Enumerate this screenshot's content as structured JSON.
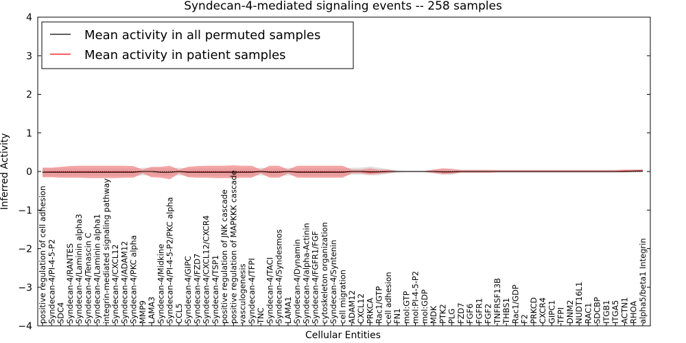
{
  "chart_data": {
    "type": "line",
    "title": "Syndecan-4-mediated signaling events -- 258 samples",
    "xlabel": "Cellular Entities",
    "ylabel": "Inferred Activity",
    "ylim": [
      -4,
      4
    ],
    "yticks": [
      "4",
      "3",
      "2",
      "1",
      "0",
      "−1",
      "−2",
      "−3",
      "−4"
    ],
    "grid": false,
    "legend_position": "top-left",
    "categories": [
      "positive regulation of cell adhesion",
      "Syndecan-4/PI-4-5-P2",
      "SDC4",
      "Syndecan-4/RANTES",
      "Syndecan-4/Laminin alpha3",
      "Syndecan-4/Tenascin C",
      "Syndecan-4/Laminin alpha1",
      "integrin-mediated signaling pathway",
      "Syndecan-4/CXCL12",
      "Syndecan-4/ADAM12",
      "Syndecan-4/PKC alpha",
      "MMP9",
      "LAMA3",
      "Syndecan-4/Midkine",
      "Syndecan-4/PI-4-5-P2/PKC alpha",
      "CCL5",
      "Syndecan-4/GIPC",
      "Syndecan-4/FZD7",
      "Syndecan-4/CXCL12/CXCR4",
      "Syndecan-4/TSP1",
      "positive regulation of JNK cascade",
      "positive regulation of MAPKKK cascade",
      "vasculogenesis",
      "Syndecan-4/TFPI",
      "TNC",
      "Syndecan-4/TACI",
      "Syndecan-4/Syndesmos",
      "LAMA1",
      "Syndecan-4/Dynamin",
      "Syndecan-4/alpha-Actinin",
      "Syndecan-4/FGFR1/FGF",
      "cytoskeleton organization",
      "Syndecan-4/Syntenin",
      "cell migration",
      "ADAM12",
      "CXCL12",
      "PRKCA",
      "Rac1/GTP",
      "cell adhesion",
      "FN1",
      "mol:GTP",
      "mol:PI-4-5-P2",
      "mol:GDP",
      "MDK",
      "PTK2",
      "PLG",
      "FZD7",
      "FGF6",
      "FGFR1",
      "FGF2",
      "TNFRSF13B",
      "THBS1",
      "Rac1/GDP",
      "F2",
      "PRKCD",
      "CXCR4",
      "GIPC1",
      "TFPI",
      "DNM2",
      "NUDT16L1",
      "RAC1",
      "SDCBP",
      "ITGB1",
      "ITGA5",
      "ACTN1",
      "RHOA",
      "alpha5/beta1 Integrin"
    ],
    "series": [
      {
        "name": "Mean activity in all permuted samples",
        "color": "#000000",
        "band_color": "#cccccc",
        "values": [
          -0.02,
          -0.02,
          -0.02,
          -0.02,
          -0.02,
          -0.02,
          -0.02,
          -0.02,
          -0.02,
          -0.02,
          -0.02,
          0.0,
          0.0,
          -0.02,
          -0.02,
          0.0,
          -0.02,
          -0.02,
          -0.02,
          -0.02,
          -0.02,
          -0.02,
          -0.02,
          -0.02,
          0.0,
          -0.02,
          -0.02,
          0.0,
          -0.02,
          -0.02,
          -0.02,
          -0.02,
          -0.02,
          -0.02,
          0.0,
          0.0,
          -0.01,
          -0.01,
          0.0,
          0.0,
          0.0,
          0.0,
          0.0,
          0.0,
          -0.01,
          -0.01,
          0.0,
          0.0,
          0.0,
          0.0,
          0.0,
          0.0,
          0.0,
          0.0,
          0.0,
          0.0,
          0.0,
          0.0,
          0.0,
          0.0,
          0.0,
          0.0,
          0.0,
          0.0,
          0.0,
          0.01,
          0.01
        ],
        "lower": [
          -0.12,
          -0.12,
          -0.12,
          -0.12,
          -0.12,
          -0.12,
          -0.12,
          -0.12,
          -0.12,
          -0.12,
          -0.12,
          -0.1,
          -0.1,
          -0.12,
          -0.12,
          -0.1,
          -0.12,
          -0.12,
          -0.12,
          -0.12,
          -0.12,
          -0.12,
          -0.12,
          -0.12,
          -0.1,
          -0.12,
          -0.12,
          -0.1,
          -0.12,
          -0.12,
          -0.12,
          -0.12,
          -0.12,
          -0.12,
          -0.08,
          -0.08,
          -0.1,
          -0.1,
          -0.06,
          -0.03,
          -0.02,
          -0.02,
          -0.02,
          -0.05,
          -0.08,
          -0.08,
          -0.04,
          -0.04,
          -0.04,
          -0.04,
          -0.03,
          -0.03,
          -0.03,
          -0.03,
          -0.03,
          -0.03,
          -0.03,
          -0.03,
          -0.03,
          -0.03,
          -0.03,
          -0.03,
          -0.03,
          -0.03,
          -0.03,
          -0.03,
          -0.03
        ],
        "upper": [
          0.08,
          0.08,
          0.08,
          0.08,
          0.08,
          0.08,
          0.08,
          0.08,
          0.08,
          0.08,
          0.08,
          0.1,
          0.1,
          0.08,
          0.08,
          0.1,
          0.08,
          0.08,
          0.08,
          0.08,
          0.08,
          0.08,
          0.08,
          0.08,
          0.1,
          0.08,
          0.08,
          0.1,
          0.08,
          0.08,
          0.08,
          0.08,
          0.08,
          0.08,
          0.1,
          0.1,
          0.13,
          0.1,
          0.06,
          0.03,
          0.02,
          0.02,
          0.02,
          0.05,
          0.08,
          0.08,
          0.04,
          0.04,
          0.04,
          0.04,
          0.03,
          0.03,
          0.03,
          0.03,
          0.03,
          0.03,
          0.03,
          0.03,
          0.03,
          0.03,
          0.03,
          0.03,
          0.03,
          0.03,
          0.03,
          0.05,
          0.05
        ]
      },
      {
        "name": "Mean activity in patient samples",
        "color": "#ff0000",
        "band_color": "#f08080",
        "values": [
          -0.02,
          -0.01,
          -0.01,
          -0.01,
          -0.01,
          -0.01,
          -0.01,
          -0.01,
          -0.01,
          -0.01,
          -0.01,
          0.0,
          0.0,
          -0.02,
          -0.02,
          0.0,
          -0.01,
          -0.01,
          -0.01,
          -0.01,
          -0.01,
          -0.01,
          -0.01,
          -0.01,
          0.0,
          -0.01,
          -0.01,
          0.0,
          -0.01,
          -0.01,
          -0.01,
          -0.01,
          -0.01,
          -0.01,
          0.0,
          0.0,
          -0.02,
          -0.01,
          0.0,
          0.0,
          0.0,
          0.0,
          0.0,
          0.0,
          -0.01,
          -0.01,
          0.0,
          0.0,
          0.0,
          0.0,
          0.0,
          0.0,
          0.0,
          0.0,
          0.0,
          0.0,
          0.0,
          0.0,
          0.0,
          0.0,
          0.0,
          0.0,
          0.0,
          0.0,
          0.01,
          0.01,
          0.02
        ],
        "lower": [
          -0.15,
          -0.15,
          -0.16,
          -0.16,
          -0.16,
          -0.17,
          -0.17,
          -0.17,
          -0.17,
          -0.16,
          -0.16,
          -0.05,
          -0.15,
          -0.16,
          -0.2,
          -0.05,
          -0.15,
          -0.16,
          -0.16,
          -0.17,
          -0.17,
          -0.17,
          -0.16,
          -0.16,
          -0.05,
          -0.16,
          -0.16,
          -0.05,
          -0.16,
          -0.16,
          -0.16,
          -0.16,
          -0.16,
          -0.16,
          -0.05,
          -0.05,
          -0.08,
          -0.06,
          -0.04,
          -0.01,
          -0.01,
          -0.01,
          -0.01,
          -0.04,
          -0.07,
          -0.06,
          -0.03,
          -0.03,
          -0.03,
          -0.03,
          -0.02,
          -0.02,
          -0.02,
          -0.02,
          -0.02,
          -0.02,
          -0.02,
          -0.02,
          -0.02,
          -0.02,
          -0.02,
          -0.02,
          -0.02,
          -0.02,
          -0.01,
          -0.01,
          0.0
        ],
        "upper": [
          0.1,
          0.1,
          0.12,
          0.14,
          0.15,
          0.15,
          0.15,
          0.15,
          0.15,
          0.15,
          0.14,
          0.05,
          0.12,
          0.12,
          0.15,
          0.05,
          0.12,
          0.14,
          0.15,
          0.15,
          0.15,
          0.16,
          0.15,
          0.15,
          0.05,
          0.15,
          0.15,
          0.05,
          0.15,
          0.15,
          0.15,
          0.15,
          0.15,
          0.15,
          0.05,
          0.05,
          0.08,
          0.05,
          0.05,
          0.01,
          0.01,
          0.01,
          0.01,
          0.05,
          0.08,
          0.06,
          0.04,
          0.04,
          0.04,
          0.04,
          0.04,
          0.04,
          0.04,
          0.04,
          0.04,
          0.04,
          0.04,
          0.04,
          0.04,
          0.04,
          0.04,
          0.04,
          0.04,
          0.04,
          0.05,
          0.05,
          0.05
        ]
      }
    ]
  }
}
